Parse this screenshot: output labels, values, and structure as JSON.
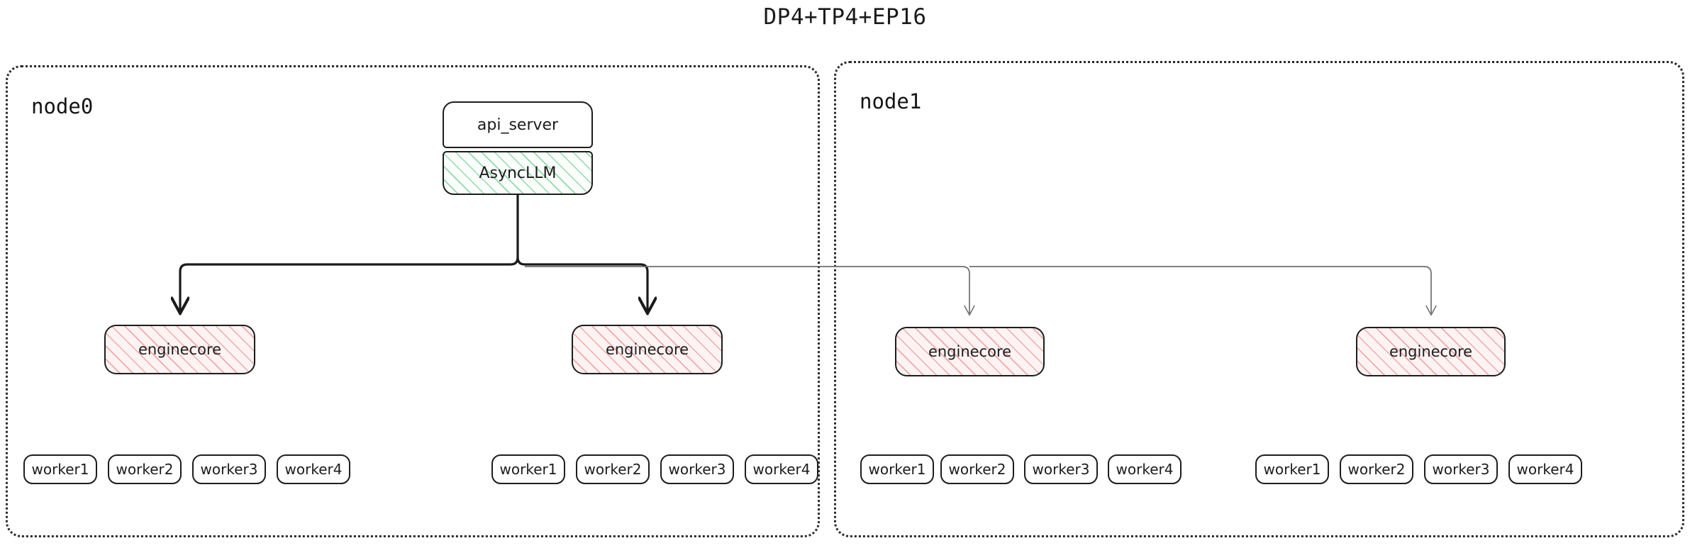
{
  "title": "DP4+TP4+EP16",
  "colors": {
    "background": "#ffffff",
    "text": "#1c1c1c",
    "container_border": "#2b2b2b",
    "box_border": "#1d1d1d",
    "async_hatch": "#8fd9a8",
    "enginecore_hatch": "#f0a9a9",
    "edge_strong": "#1a1a1a",
    "edge_weak": "#6f6f6f"
  },
  "nodes": [
    {
      "label": "node0",
      "top_boxes": [
        {
          "label": "api_server",
          "style": "plain"
        },
        {
          "label": "AsyncLLM",
          "style": "green-hatch"
        }
      ],
      "enginecores": [
        {
          "label": "enginecore",
          "workers": [
            {
              "label": "worker1"
            },
            {
              "label": "worker2"
            },
            {
              "label": "worker3"
            },
            {
              "label": "worker4"
            }
          ]
        },
        {
          "label": "enginecore",
          "workers": [
            {
              "label": "worker1"
            },
            {
              "label": "worker2"
            },
            {
              "label": "worker3"
            },
            {
              "label": "worker4"
            }
          ]
        }
      ]
    },
    {
      "label": "node1",
      "top_boxes": [],
      "enginecores": [
        {
          "label": "enginecore",
          "workers": [
            {
              "label": "worker1"
            },
            {
              "label": "worker2"
            },
            {
              "label": "worker3"
            },
            {
              "label": "worker4"
            }
          ]
        },
        {
          "label": "enginecore",
          "workers": [
            {
              "label": "worker1"
            },
            {
              "label": "worker2"
            },
            {
              "label": "worker3"
            },
            {
              "label": "worker4"
            }
          ]
        }
      ]
    }
  ]
}
